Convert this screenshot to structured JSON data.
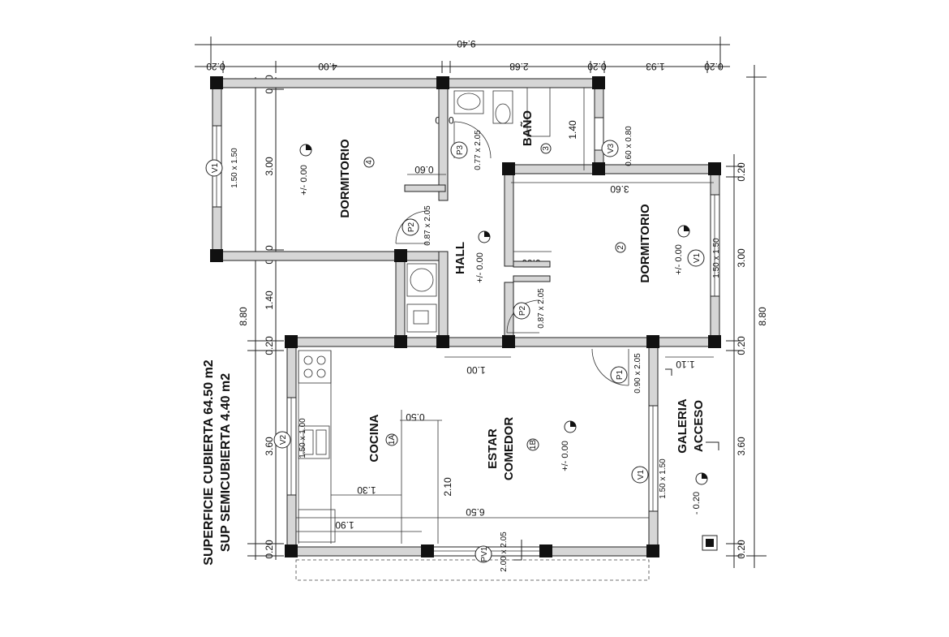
{
  "rooms": {
    "dorm4_name": "DORMITORIO",
    "dorm4_num": "4",
    "dorm2_name": "DORMITORIO",
    "dorm2_num": "2",
    "bano_name": "BAÑO",
    "bano_num": "3",
    "hall_name": "HALL",
    "cocina_name": "COCINA",
    "cocina_num": "1A",
    "estar_name1": "ESTAR",
    "estar_name2": "COMEDOR",
    "estar_num": "1B",
    "galeria_name1": "GALERIA",
    "galeria_name2": "ACCESO"
  },
  "levels": {
    "dorm4": "+/- 0.00",
    "hall": "+/- 0.00",
    "dorm2": "+/- 0.00",
    "estar": "+/- 0.00",
    "galeria": "- 0.20"
  },
  "openings": {
    "v1_label": "V1",
    "v1_size": "1.50 x 1.50",
    "v2_label": "V2",
    "v2_size": "1.50 x 1.00",
    "v3_label": "V3",
    "v3_size": "0.60 x 0.80",
    "p1_label": "P1",
    "p1_size": "0.90 x 2.05",
    "p2_label": "P2",
    "p2_size": "0.87 x 2.05",
    "p3_label": "P3",
    "p3_size": "0.77 x 2.05",
    "pv1_label": "PV1",
    "pv1_size": "2.00 x 2.05"
  },
  "dimensions": {
    "total_width": "9.40",
    "d400": "4.00",
    "d268": "2.68",
    "d193": "1.93",
    "d020": "0.20",
    "d300": "3.00",
    "d140": "1.40",
    "d360": "3.60",
    "d880": "8.80",
    "d060": "0.60",
    "d100": "1.00",
    "d110": "1.10",
    "d050": "0.50",
    "d210": "2.10",
    "d130": "1.30",
    "d190": "1.90",
    "d650": "6.50"
  },
  "areas": {
    "cubierta": "SUPERFICIE CUBIERTA  64.50 m2",
    "semicubierta": "SUP SEMICUBIERTA  4.40 m2"
  }
}
